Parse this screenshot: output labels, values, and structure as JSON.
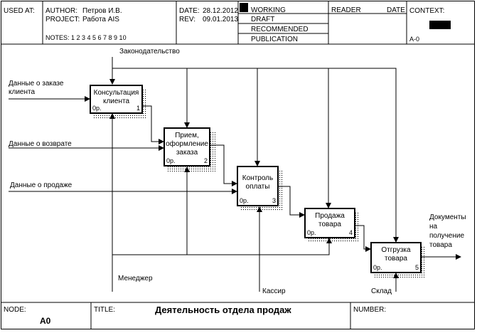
{
  "header": {
    "used_at": "USED AT:",
    "author_label": "AUTHOR:",
    "author": "Петров И.В.",
    "project_label": "PROJECT:",
    "project": "Работа AIS",
    "date_label": "DATE:",
    "date": "28.12.2012",
    "rev_label": "REV:",
    "rev": "09.01.2013",
    "notes": "NOTES:  1  2  3  4  5  6  7  8  9  10",
    "working": "WORKING",
    "draft": "DRAFT",
    "recommended": "RECOMMENDED",
    "publication": "PUBLICATION",
    "reader": "READER",
    "reader_date": "DATE",
    "context": "CONTEXT:",
    "context_node": "A-0"
  },
  "arrows": {
    "law": "Законодательство",
    "order_data": "Данные о заказе клиента",
    "return_data": "Данные о возврате",
    "sale_data": "Данные о продаже",
    "manager": "Менеджер",
    "cashier": "Кассир",
    "warehouse": "Склад",
    "docs": "Документы на получение товара"
  },
  "boxes": [
    {
      "label": "Консультация клиента",
      "cost": "0р.",
      "num": "1"
    },
    {
      "label": "Прием, оформление заказа",
      "cost": "0р.",
      "num": "2"
    },
    {
      "label": "Контроль оплаты",
      "cost": "0р.",
      "num": "3"
    },
    {
      "label": "Продажа товара",
      "cost": "0р.",
      "num": "4"
    },
    {
      "label": "Отгрузка товара",
      "cost": "0р.",
      "num": "5"
    }
  ],
  "footer": {
    "node_label": "NODE:",
    "node": "A0",
    "title_label": "TITLE:",
    "title": "Деятельность отдела продаж",
    "number_label": "NUMBER:"
  }
}
